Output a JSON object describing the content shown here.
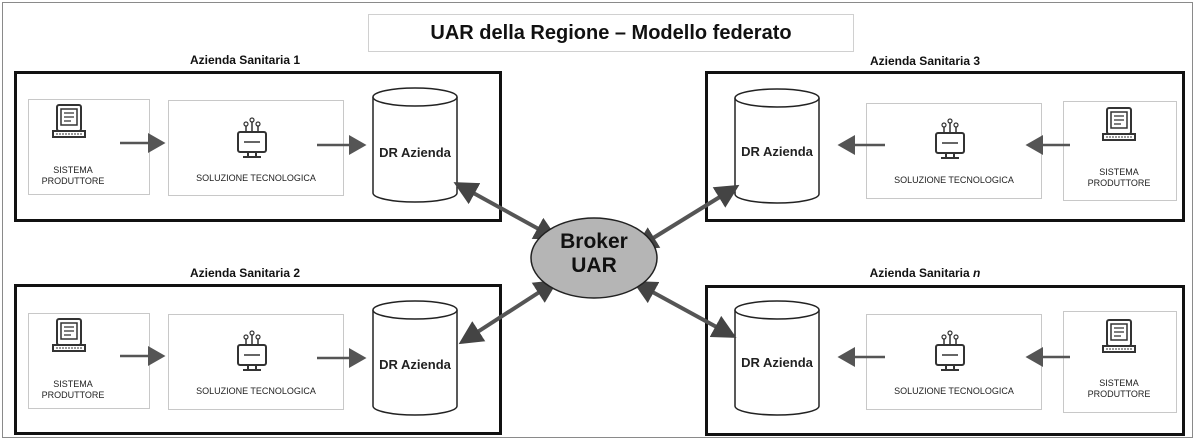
{
  "title": "UAR della Regione – Modello federato",
  "broker": {
    "line1": "Broker",
    "line2": "UAR"
  },
  "aziende": [
    {
      "label": "Azienda Sanitaria 1",
      "sistema": [
        "SISTEMA",
        "PRODUTTORE"
      ],
      "soluzione": "SOLUZIONE TECNOLOGICA",
      "dr": "DR Azienda"
    },
    {
      "label": "Azienda Sanitaria 2",
      "sistema": [
        "SISTEMA",
        "PRODUTTORE"
      ],
      "soluzione": "SOLUZIONE TECNOLOGICA",
      "dr": "DR Azienda"
    },
    {
      "label": "Azienda Sanitaria 3",
      "sistema": [
        "SISTEMA",
        "PRODUTTORE"
      ],
      "soluzione": "SOLUZIONE TECNOLOGICA",
      "dr": "DR Azienda"
    },
    {
      "label_prefix": "Azienda Sanitaria ",
      "label_suffix": "n",
      "sistema": [
        "SISTEMA",
        "PRODUTTORE"
      ],
      "soluzione": "SOLUZIONE TECNOLOGICA",
      "dr": "DR Azienda"
    }
  ],
  "icons": {
    "sistema": "computer-document-icon",
    "soluzione": "monitor-network-icon",
    "dr": "database-cylinder-icon"
  },
  "colors": {
    "broker_fill": "#b5b5b5",
    "arrow": "#555555",
    "border": "#111111"
  }
}
